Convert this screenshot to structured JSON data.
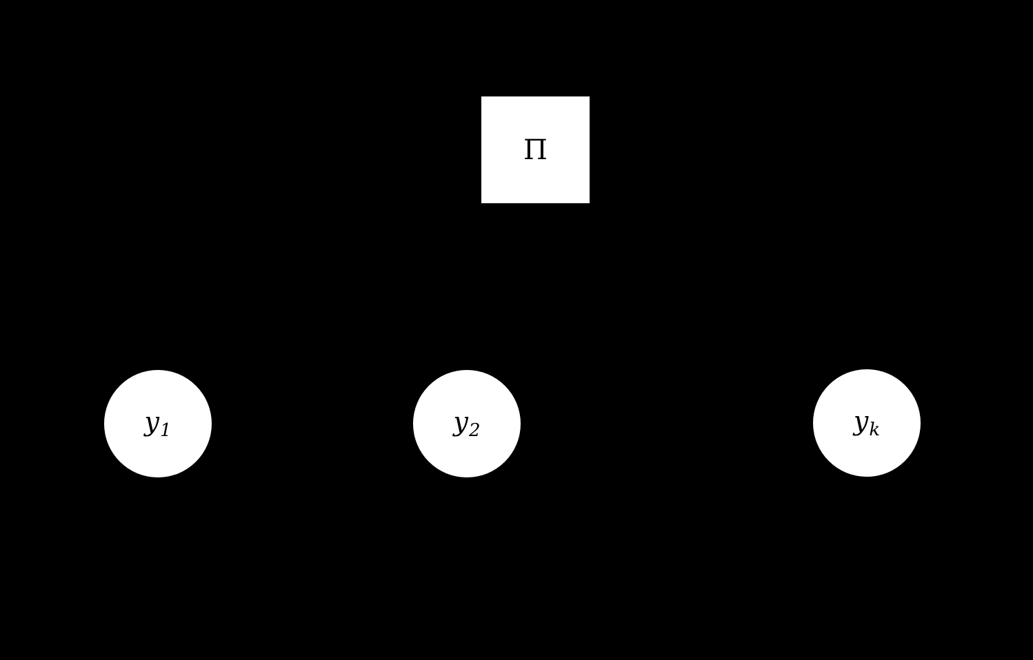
{
  "diagram": {
    "type": "graphical-model",
    "background_color": "#000000",
    "node_fill_color": "#ffffff",
    "node_text_color": "#000000",
    "factor_node": {
      "shape": "square",
      "label": "Π"
    },
    "variable_nodes": [
      {
        "shape": "circle",
        "base": "y",
        "subscript": "1"
      },
      {
        "shape": "circle",
        "base": "y",
        "subscript": "2"
      },
      {
        "shape": "circle",
        "base": "y",
        "subscript": "k"
      }
    ]
  }
}
